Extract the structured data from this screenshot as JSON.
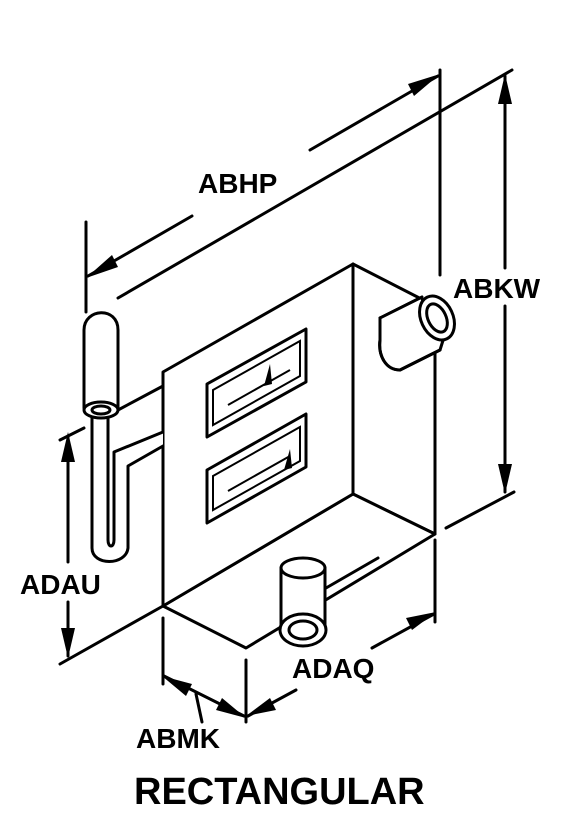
{
  "labels": {
    "abhp": "ABHP",
    "abkw": "ABKW",
    "adau": "ADAU",
    "adaq": "ADAQ",
    "abmk": "ABMK"
  },
  "caption": "RECTANGULAR"
}
